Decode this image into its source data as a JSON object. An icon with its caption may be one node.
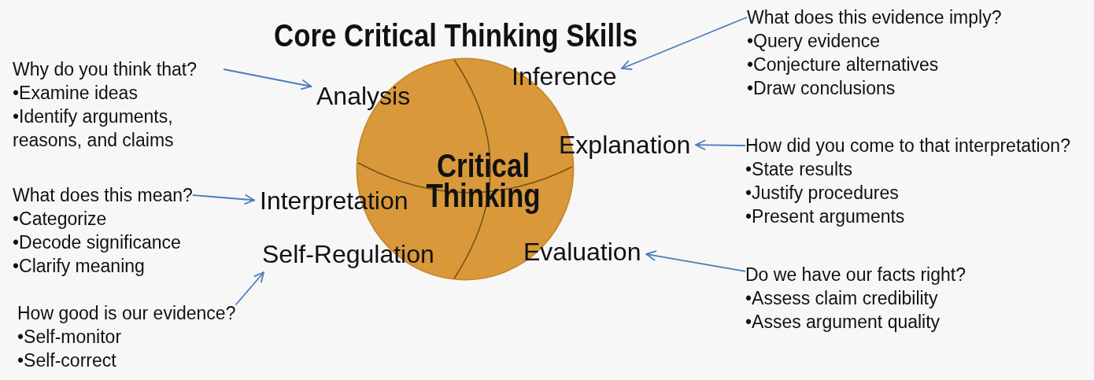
{
  "diagram": {
    "title": "Core Critical Thinking Skills",
    "nodes": [
      {
        "text": [
          "Why do you think that?",
          "•Examine ideas",
          "•Identify arguments, reasons, and claims"
        ]
      },
      {
        "text": [
          "Analysis"
        ]
      },
      {
        "text": [
          "Critical Thinking"
        ]
      },
      {
        "text": [
          "Inference"
        ]
      },
      {
        "text": [
          "What does this evidence imply?",
          "•Query evidence",
          "•Conjecture alternatives",
          "•Draw conclusions"
        ]
      },
      {
        "text": [
          "Explanation"
        ]
      },
      {
        "text": [
          "How did you come to that interpretation?",
          "•State results",
          "•Justify procedures",
          "•Present arguments"
        ]
      },
      {
        "text": [
          "What does this mean?",
          "•Categorize",
          "•Decode significance",
          "•Clarify meaning"
        ]
      },
      {
        "text": [
          "Interpretation"
        ]
      },
      {
        "text": [
          "Self-Regulation"
        ]
      },
      {
        "text": [
          "Evaluation"
        ]
      },
      {
        "text": [
          "Do we have our facts right?",
          "•Assess claim credibility",
          "•Asses argument quality"
        ]
      },
      {
        "text": [
          "How good is our evidence?",
          "•Self-monitor",
          "•Self-correct"
        ]
      }
    ],
    "edges": [
      {
        "from": 0,
        "to": 1,
        "arrow": "to"
      },
      {
        "from": 4,
        "to": 3,
        "arrow": "to"
      },
      {
        "from": 6,
        "to": 5,
        "arrow": "to"
      },
      {
        "from": 7,
        "to": 8,
        "arrow": "to"
      },
      {
        "from": 11,
        "to": 10,
        "arrow": "to"
      },
      {
        "from": 12,
        "to": 9,
        "arrow": "to"
      }
    ]
  }
}
